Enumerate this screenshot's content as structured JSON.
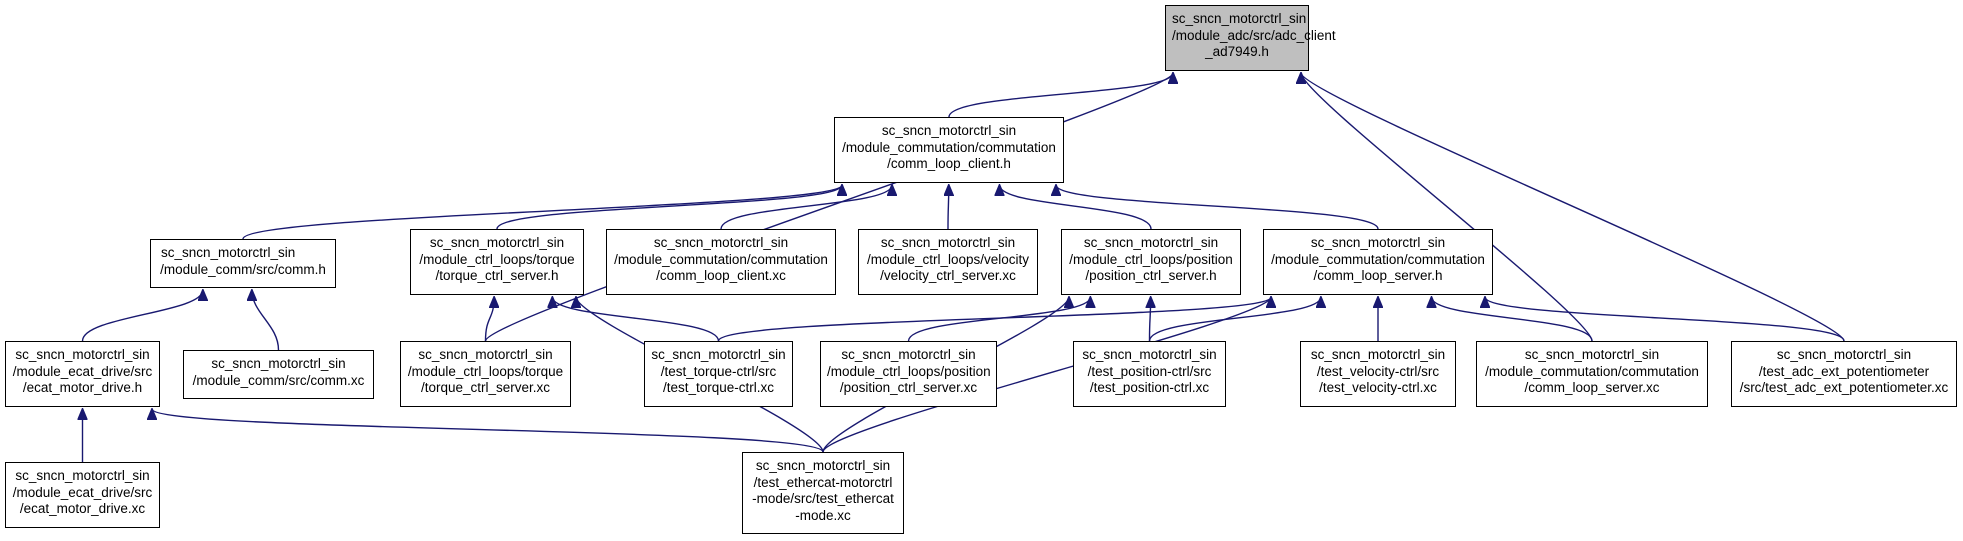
{
  "colors": {
    "edge": "#191970",
    "root_fill": "#bfbfbf",
    "node_fill": "#ffffff",
    "border": "#000000"
  },
  "nodes": [
    {
      "id": "root",
      "lines": [
        "sc_sncn_motorctrl_sin",
        "/module_adc/src/adc_client",
        "_ad7949.h"
      ]
    },
    {
      "id": "comm_loop_client_h",
      "lines": [
        "sc_sncn_motorctrl_sin",
        "/module_commutation/commutation",
        "/comm_loop_client.h"
      ]
    },
    {
      "id": "comm_h",
      "lines": [
        "sc_sncn_motorctrl_sin",
        "/module_comm/src/comm.h"
      ]
    },
    {
      "id": "torque_ctrl_server_h",
      "lines": [
        "sc_sncn_motorctrl_sin",
        "/module_ctrl_loops/torque",
        "/torque_ctrl_server.h"
      ]
    },
    {
      "id": "comm_loop_client_xc",
      "lines": [
        "sc_sncn_motorctrl_sin",
        "/module_commutation/commutation",
        "/comm_loop_client.xc"
      ]
    },
    {
      "id": "velocity_ctrl_server_xc",
      "lines": [
        "sc_sncn_motorctrl_sin",
        "/module_ctrl_loops/velocity",
        "/velocity_ctrl_server.xc"
      ]
    },
    {
      "id": "position_ctrl_server_h",
      "lines": [
        "sc_sncn_motorctrl_sin",
        "/module_ctrl_loops/position",
        "/position_ctrl_server.h"
      ]
    },
    {
      "id": "comm_loop_server_h",
      "lines": [
        "sc_sncn_motorctrl_sin",
        "/module_commutation/commutation",
        "/comm_loop_server.h"
      ]
    },
    {
      "id": "ecat_motor_drive_h",
      "lines": [
        "sc_sncn_motorctrl_sin",
        "/module_ecat_drive/src",
        "/ecat_motor_drive.h"
      ]
    },
    {
      "id": "comm_xc",
      "lines": [
        "sc_sncn_motorctrl_sin",
        "/module_comm/src/comm.xc"
      ]
    },
    {
      "id": "torque_ctrl_server_xc",
      "lines": [
        "sc_sncn_motorctrl_sin",
        "/module_ctrl_loops/torque",
        "/torque_ctrl_server.xc"
      ]
    },
    {
      "id": "test_torque_ctrl_xc",
      "lines": [
        "sc_sncn_motorctrl_sin",
        "/test_torque-ctrl/src",
        "/test_torque-ctrl.xc"
      ]
    },
    {
      "id": "position_ctrl_server_xc",
      "lines": [
        "sc_sncn_motorctrl_sin",
        "/module_ctrl_loops/position",
        "/position_ctrl_server.xc"
      ]
    },
    {
      "id": "test_position_ctrl_xc",
      "lines": [
        "sc_sncn_motorctrl_sin",
        "/test_position-ctrl/src",
        "/test_position-ctrl.xc"
      ]
    },
    {
      "id": "test_velocity_ctrl_xc",
      "lines": [
        "sc_sncn_motorctrl_sin",
        "/test_velocity-ctrl/src",
        "/test_velocity-ctrl.xc"
      ]
    },
    {
      "id": "comm_loop_server_xc",
      "lines": [
        "sc_sncn_motorctrl_sin",
        "/module_commutation/commutation",
        "/comm_loop_server.xc"
      ]
    },
    {
      "id": "test_adc_ext_potentiometer_xc",
      "lines": [
        "sc_sncn_motorctrl_sin",
        "/test_adc_ext_potentiometer",
        "/src/test_adc_ext_potentiometer.xc"
      ]
    },
    {
      "id": "ecat_motor_drive_xc",
      "lines": [
        "sc_sncn_motorctrl_sin",
        "/module_ecat_drive/src",
        "/ecat_motor_drive.xc"
      ]
    },
    {
      "id": "test_ethercat_motorctrl_mode_xc",
      "lines": [
        "sc_sncn_motorctrl_sin",
        "/test_ethercat-motorctrl",
        "-mode/src/test_ethercat",
        "-mode.xc"
      ]
    }
  ],
  "edges": [
    {
      "from": "comm_loop_client_h",
      "to": "root"
    },
    {
      "from": "torque_ctrl_server_xc",
      "to": "root"
    },
    {
      "from": "comm_loop_server_xc",
      "to": "root"
    },
    {
      "from": "test_adc_ext_potentiometer_xc",
      "to": "root"
    },
    {
      "from": "comm_h",
      "to": "comm_loop_client_h"
    },
    {
      "from": "torque_ctrl_server_h",
      "to": "comm_loop_client_h"
    },
    {
      "from": "comm_loop_client_xc",
      "to": "comm_loop_client_h"
    },
    {
      "from": "velocity_ctrl_server_xc",
      "to": "comm_loop_client_h"
    },
    {
      "from": "position_ctrl_server_h",
      "to": "comm_loop_client_h"
    },
    {
      "from": "comm_loop_server_h",
      "to": "comm_loop_client_h"
    },
    {
      "from": "ecat_motor_drive_h",
      "to": "comm_h"
    },
    {
      "from": "comm_xc",
      "to": "comm_h"
    },
    {
      "from": "torque_ctrl_server_xc",
      "to": "torque_ctrl_server_h"
    },
    {
      "from": "test_torque_ctrl_xc",
      "to": "torque_ctrl_server_h"
    },
    {
      "from": "test_ethercat_motorctrl_mode_xc",
      "to": "torque_ctrl_server_h"
    },
    {
      "from": "position_ctrl_server_xc",
      "to": "position_ctrl_server_h"
    },
    {
      "from": "test_position_ctrl_xc",
      "to": "position_ctrl_server_h"
    },
    {
      "from": "test_ethercat_motorctrl_mode_xc",
      "to": "position_ctrl_server_h"
    },
    {
      "from": "test_torque_ctrl_xc",
      "to": "comm_loop_server_h"
    },
    {
      "from": "test_position_ctrl_xc",
      "to": "comm_loop_server_h"
    },
    {
      "from": "test_velocity_ctrl_xc",
      "to": "comm_loop_server_h"
    },
    {
      "from": "comm_loop_server_xc",
      "to": "comm_loop_server_h"
    },
    {
      "from": "test_adc_ext_potentiometer_xc",
      "to": "comm_loop_server_h"
    },
    {
      "from": "test_ethercat_motorctrl_mode_xc",
      "to": "comm_loop_server_h"
    },
    {
      "from": "ecat_motor_drive_xc",
      "to": "ecat_motor_drive_h"
    },
    {
      "from": "test_ethercat_motorctrl_mode_xc",
      "to": "ecat_motor_drive_h"
    }
  ]
}
